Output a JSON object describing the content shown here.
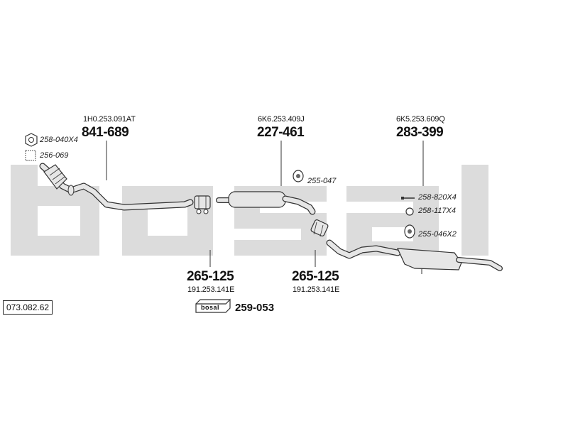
{
  "watermark": "bosal",
  "diagram_ref": "073.082.62",
  "parts": {
    "front_pipe": {
      "oem": "1H0.253.091AT",
      "number": "841-689"
    },
    "middle_muffler": {
      "oem": "6K6.253.409J",
      "number": "227-461"
    },
    "rear_muffler": {
      "oem": "6K5.253.609Q",
      "number": "283-399"
    },
    "clamp_left": {
      "number": "265-125",
      "oem": "191.253.141E"
    },
    "clamp_right": {
      "number": "265-125",
      "oem": "191.253.141E"
    }
  },
  "accessories": {
    "nut": "258-040X4",
    "gasket": "256-069",
    "hanger_mid": "255-047",
    "bolt": "258-820X4",
    "ring": "258-117X4",
    "hanger_rear": "255-046X2"
  },
  "mounting_kit": {
    "logo": "bosal",
    "number": "259-053"
  },
  "colors": {
    "pipe_fill": "#e6e6e6",
    "stroke": "#333333",
    "watermark": "#dcdcdc"
  }
}
